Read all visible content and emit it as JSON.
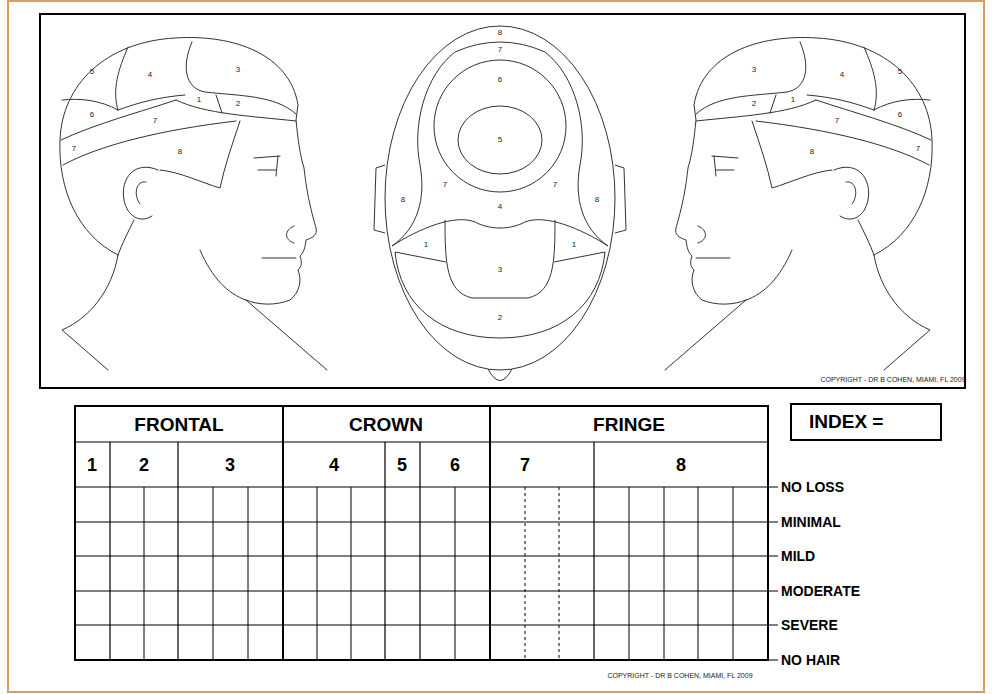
{
  "diagram": {
    "nodes": [
      {
        "text": [
          "INDEX ="
        ]
      }
    ],
    "labels": [
      "5",
      "4",
      "3",
      "1",
      "2",
      "6",
      "7",
      "7",
      "8",
      "8",
      "7",
      "6",
      "5",
      "7",
      "7",
      "8",
      "4",
      "8",
      "1",
      "1",
      "3",
      "2",
      "3",
      "4",
      "5",
      "2",
      "1",
      "6",
      "7",
      "7",
      "8",
      "COPYRIGHT - DR B COHEN, MIAMI, FL 2009",
      "FRONTAL",
      "CROWN",
      "FRINGE",
      "1",
      "2",
      "3",
      "4",
      "5",
      "6",
      "7",
      "8",
      "NO LOSS",
      "MINIMAL",
      "MILD",
      "MODERATE",
      "SEVERE",
      "NO HAIR",
      "COPYRIGHT - DR B COHEN, MIAMI, FL 2009"
    ]
  }
}
